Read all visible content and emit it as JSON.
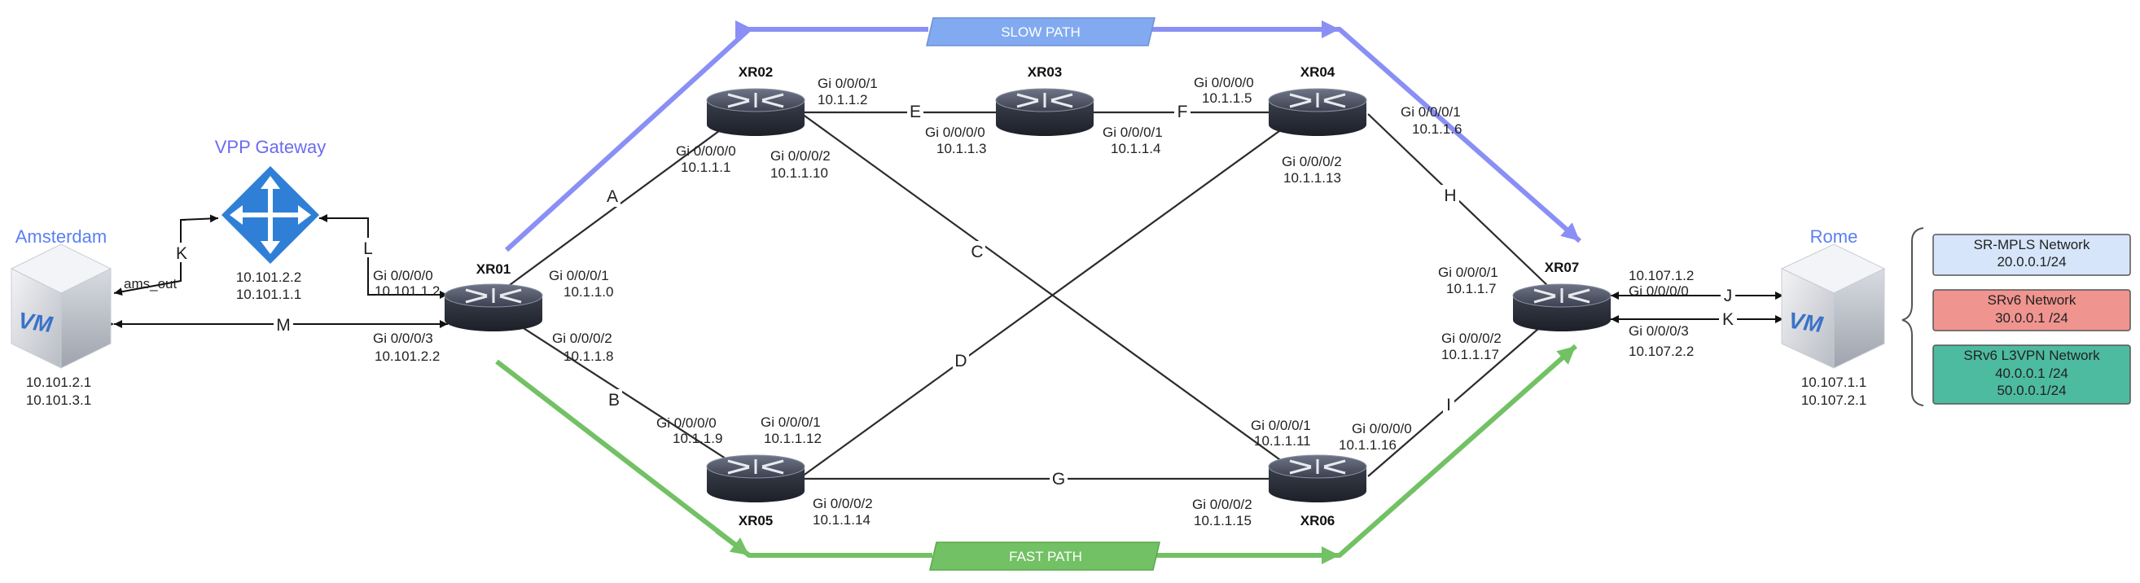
{
  "colors": {
    "slow_path": "#8a8ff5",
    "fast_path": "#72c164",
    "gateway": "#2f7fd6",
    "legend_srmpls": "#d6e5fa",
    "legend_srv6": "#f0948f",
    "legend_l3vpn": "#4dbba0",
    "city": "#5b7ff0"
  },
  "paths": {
    "slow": "SLOW PATH",
    "fast": "FAST PATH"
  },
  "gateway": {
    "title": "VPP Gateway",
    "ip1": "10.101.2.2",
    "ip2": "10.101.1.1"
  },
  "amsterdam": {
    "title": "Amsterdam",
    "vm_label": "VM",
    "ip1": "10.101.2.1",
    "ip2": "10.101.3.1",
    "iface": "ams_out"
  },
  "rome": {
    "title": "Rome",
    "vm_label": "VM",
    "ip1": "10.107.1.1",
    "ip2": "10.107.2.1"
  },
  "routers": {
    "xr01": "XR01",
    "xr02": "XR02",
    "xr03": "XR03",
    "xr04": "XR04",
    "xr05": "XR05",
    "xr06": "XR06",
    "xr07": "XR07"
  },
  "links": {
    "A": "A",
    "B": "B",
    "C": "C",
    "D": "D",
    "E": "E",
    "F": "F",
    "G": "G",
    "H": "H",
    "I": "I",
    "J": "J",
    "K_left": "K",
    "K_right": "K",
    "L": "L",
    "M": "M"
  },
  "interfaces": {
    "xr01_g0": {
      "name": "Gi 0/0/0/0",
      "ip": "10.101.1.2"
    },
    "xr01_g1": {
      "name": "Gi 0/0/0/1",
      "ip": "10.1.1.0"
    },
    "xr01_g2": {
      "name": "Gi 0/0/0/2",
      "ip": "10.1.1.8"
    },
    "xr01_g3": {
      "name": "Gi 0/0/0/3",
      "ip": "10.101.2.2"
    },
    "xr02_g0": {
      "name": "Gi 0/0/0/0",
      "ip": "10.1.1.1"
    },
    "xr02_g1": {
      "name": "Gi 0/0/0/1",
      "ip": "10.1.1.2"
    },
    "xr02_g2": {
      "name": "Gi 0/0/0/2",
      "ip": "10.1.1.10"
    },
    "xr03_g0": {
      "name": "Gi 0/0/0/0",
      "ip": "10.1.1.3"
    },
    "xr03_g1": {
      "name": "Gi 0/0/0/1",
      "ip": "10.1.1.4"
    },
    "xr04_g0": {
      "name": "Gi 0/0/0/0",
      "ip": "10.1.1.5"
    },
    "xr04_g1": {
      "name": "Gi 0/0/0/1",
      "ip": "10.1.1.6"
    },
    "xr04_g2": {
      "name": "Gi 0/0/0/2",
      "ip": "10.1.1.13"
    },
    "xr05_g0": {
      "name": "Gi 0/0/0/0",
      "ip": "10.1.1.9"
    },
    "xr05_g1": {
      "name": "Gi 0/0/0/1",
      "ip": "10.1.1.12"
    },
    "xr05_g2": {
      "name": "Gi 0/0/0/2",
      "ip": "10.1.1.14"
    },
    "xr06_g0": {
      "name": "Gi 0/0/0/0",
      "ip": "10.1.1.16"
    },
    "xr06_g1": {
      "name": "Gi 0/0/0/1",
      "ip": "10.1.1.11"
    },
    "xr06_g2": {
      "name": "Gi 0/0/0/2",
      "ip": "10.1.1.15"
    },
    "xr07_g0": {
      "name": "Gi 0/0/0/0",
      "ip": "10.107.1.2"
    },
    "xr07_g1": {
      "name": "Gi 0/0/0/1",
      "ip": "10.1.1.7"
    },
    "xr07_g2": {
      "name": "Gi 0/0/0/2",
      "ip": "10.1.1.17"
    },
    "xr07_g3": {
      "name": "Gi 0/0/0/3",
      "ip": "10.107.2.2"
    }
  },
  "legend": [
    {
      "name": "SR-MPLS Network",
      "lines": [
        "20.0.0.1/24"
      ]
    },
    {
      "name": "SRv6 Network",
      "lines": [
        "30.0.0.1 /24"
      ]
    },
    {
      "name": "SRv6 L3VPN Network",
      "lines": [
        "40.0.0.1 /24",
        "50.0.0.1/24"
      ]
    }
  ]
}
